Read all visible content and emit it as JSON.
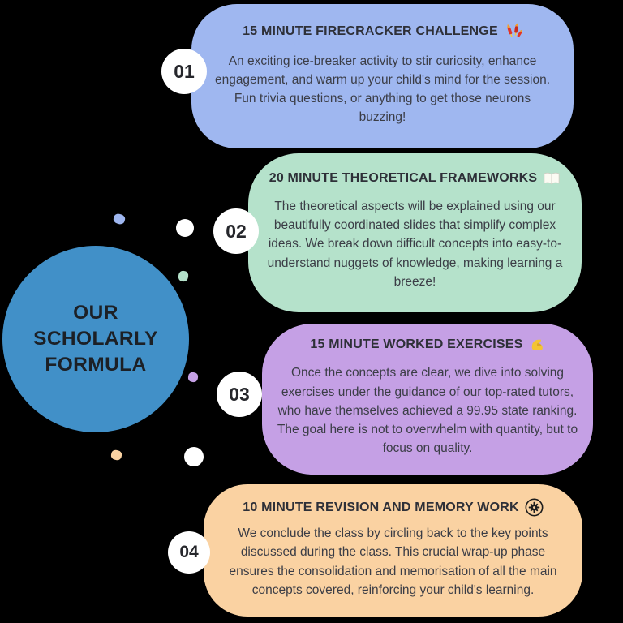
{
  "canvas": {
    "background_color": "#000000"
  },
  "center_circle": {
    "lines": [
      "OUR",
      "SCHOLARLY",
      "FORMULA"
    ],
    "color": "#4190c8"
  },
  "steps": [
    {
      "number": "01",
      "title": "15 MINUTE FIRECRACKER CHALLENGE",
      "icon": "firecracker-icon",
      "color": "#9fb7f0",
      "body": "An exciting ice-breaker activity to stir curiosity, enhance engagement, and warm up your child's mind for the session. Fun trivia questions, or anything to get those neurons buzzing!"
    },
    {
      "number": "02",
      "title": "20 MINUTE THEORETICAL FRAMEWORKS",
      "icon": "open-book-icon",
      "color": "#b5e2cb",
      "body": "The theoretical aspects will be explained using our beautifully coordinated slides that simplify complex ideas. We break down difficult concepts into easy-to-understand nuggets of knowledge, making learning a breeze!"
    },
    {
      "number": "03",
      "title": "15 MINUTE WORKED EXERCISES",
      "icon": "flexed-bicep-icon",
      "color": "#c5a0e5",
      "body": "Once the concepts are clear, we dive into solving exercises under the guidance of our top-rated tutors, who have themselves achieved a 99.95 state ranking. The goal here is not to overwhelm with quantity, but to focus on quality."
    },
    {
      "number": "04",
      "title": "10 MINUTE REVISION AND MEMORY WORK",
      "icon": "gear-circle-icon",
      "color": "#fad2a2",
      "body": "We conclude the class by circling back to the key points discussed during the class. This crucial wrap-up phase ensures the consolidation and memorisation of all the main concepts covered, reinforcing your child's learning."
    }
  ],
  "decor": {
    "white_dot_color": "#ffffff",
    "mini_dot_colors": [
      "#9fb7f0",
      "#b5e2cb",
      "#c5a0e5",
      "#fad2a2"
    ]
  }
}
